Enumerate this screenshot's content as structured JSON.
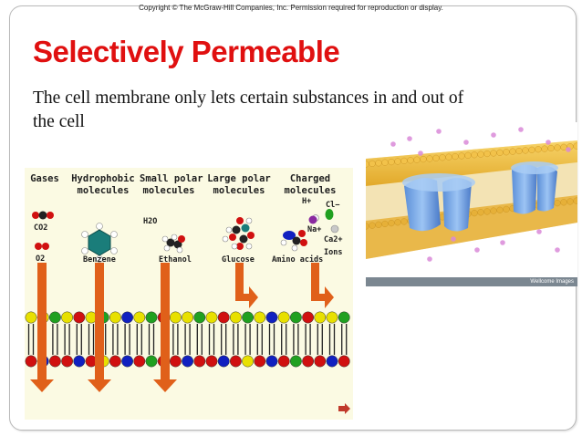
{
  "header": {
    "copyright": "Copyright © The McGraw-Hill Companies, Inc. Permission required for reproduction or display."
  },
  "slide": {
    "title": "Selectively Permeable",
    "body": "The cell membrane only lets certain substances in and out of the cell"
  },
  "diagram": {
    "columns": [
      {
        "line1": "Gases",
        "line2": ""
      },
      {
        "line1": "Hydrophobic",
        "line2": "molecules"
      },
      {
        "line1": "Small polar",
        "line2": "molecules"
      },
      {
        "line1": "Large polar",
        "line2": "molecules"
      },
      {
        "line1": "Charged",
        "line2": "molecules"
      }
    ],
    "molecules": {
      "co2": "CO2",
      "o2": "O2",
      "benzene": "Benzene",
      "h2o": "H2O",
      "ethanol": "Ethanol",
      "glucose": "Glucose",
      "amino_acids": "Amino acids",
      "h_plus": "H+",
      "cl_minus": "Cl−",
      "na_plus": "Na+",
      "ca2_plus": "Ca2+",
      "ions": "Ions"
    },
    "colors": {
      "arrow": "#e0601a",
      "background": "#fbfae3",
      "bead_yellow": "#e8e000",
      "bead_green": "#20a020",
      "bead_red": "#d01010",
      "bead_blue": "#1020c0"
    }
  },
  "photo": {
    "credit": "Wellcome Images"
  },
  "nav": {
    "next_icon": "next-slide-arrow-icon"
  }
}
